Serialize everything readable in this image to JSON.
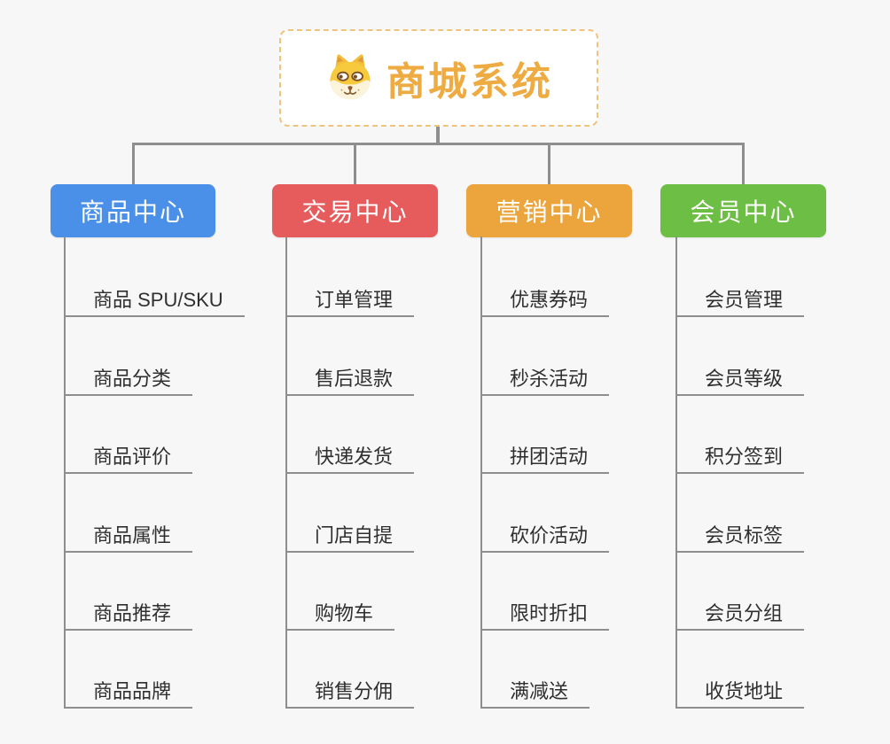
{
  "canvas": {
    "background": "#f7f7f7",
    "connector_color": "#8e8e8e"
  },
  "root": {
    "label": "商城系统",
    "icon": "dog-logo-icon",
    "text_color": "#edab41",
    "border_color": "#f0c37c"
  },
  "branches": [
    {
      "label": "商品中心",
      "color": "#4a90e8",
      "children": [
        "商品 SPU/SKU",
        "商品分类",
        "商品评价",
        "商品属性",
        "商品推荐",
        "商品品牌"
      ]
    },
    {
      "label": "交易中心",
      "color": "#e65c5c",
      "children": [
        "订单管理",
        "售后退款",
        "快递发货",
        "门店自提",
        "购物车",
        "销售分佣"
      ]
    },
    {
      "label": "营销中心",
      "color": "#eca53c",
      "children": [
        "优惠券码",
        "秒杀活动",
        "拼团活动",
        "砍价活动",
        "限时折扣",
        "满减送"
      ]
    },
    {
      "label": "会员中心",
      "color": "#6dbe44",
      "children": [
        "会员管理",
        "会员等级",
        "积分签到",
        "会员标签",
        "会员分组",
        "收货地址"
      ]
    }
  ]
}
